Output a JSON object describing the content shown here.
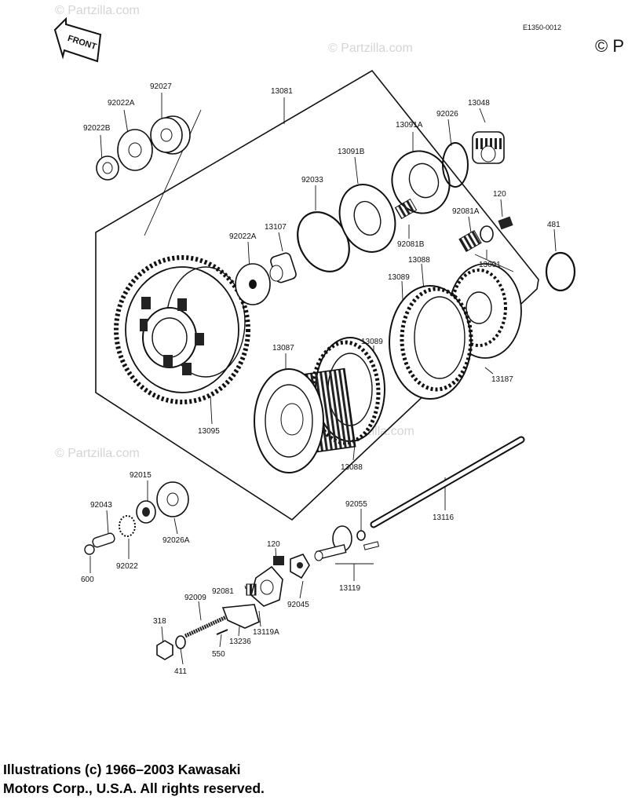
{
  "diagram": {
    "code": "E1350-0012",
    "front_label": "FRONT",
    "watermark": "© Partzilla.com",
    "copyright_glyph": "© P",
    "footer": {
      "line1": "Illustrations (c) 1966–2003 Kawasaki",
      "line2": "Motors Corp., U.S.A.  All rights reserved."
    },
    "parts": {
      "p92027": "92027",
      "p92022A_top": "92022A",
      "p92022B": "92022B",
      "p13081": "13081",
      "p13091A": "13091A",
      "p92026_top": "92026",
      "p13048": "13048",
      "p13091B": "13091B",
      "p92033": "92033",
      "p120_top": "120",
      "p481": "481",
      "p92022A_mid": "92022A",
      "p13107": "13107",
      "p92081A": "92081A",
      "p92081B": "92081B",
      "p13091": "13091",
      "p13088_top": "13088",
      "p13089_top": "13089",
      "p13087": "13087",
      "p13089_mid": "13089",
      "p13187": "13187",
      "p13095": "13095",
      "p13088_bot": "13088",
      "p92015": "92015",
      "p92043": "92043",
      "p92026A": "92026A",
      "p92022_bot": "92022",
      "p600": "600",
      "p92055": "92055",
      "p13116": "13116",
      "p120_bot": "120",
      "p92081": "92081",
      "p92009": "92009",
      "p92045": "92045",
      "p13119": "13119",
      "p318": "318",
      "p13119A": "13119A",
      "p13236": "13236",
      "p550": "550",
      "p411": "411"
    }
  }
}
